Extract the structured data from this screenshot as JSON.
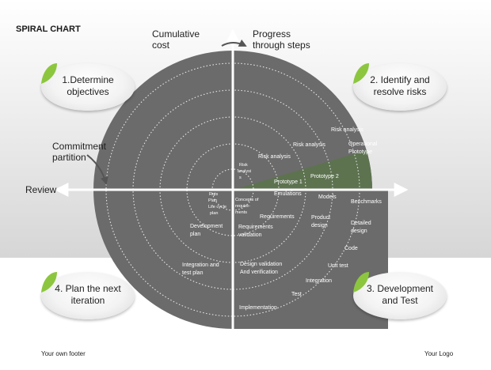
{
  "title": "SPIRAL CHART",
  "labels": {
    "cumulative_cost": [
      "Cumulative",
      "cost"
    ],
    "progress": [
      "Progress",
      "through steps"
    ],
    "commitment": [
      "Commitment",
      "partition"
    ],
    "review": "Review"
  },
  "quadrants": [
    {
      "number": "1.",
      "lines": [
        "Determine",
        "objectives"
      ]
    },
    {
      "number": "2.",
      "lines": [
        "Identify and",
        "resolve risks"
      ]
    },
    {
      "number": "3.",
      "lines": [
        "Development",
        "and Test"
      ]
    },
    {
      "number": "4.",
      "lines": [
        "Plan the next",
        "iteration"
      ]
    }
  ],
  "spiral_labels": {
    "risk_analysis_1": "Risk analysis",
    "risk_analysis_2": "Risk analysis",
    "risk_analysis_3": "Risk analysis",
    "risk_analysis_inner": [
      "Risk",
      "analysi",
      "s"
    ],
    "operational_prototype": [
      "Operational",
      "Prototype"
    ],
    "prototype_2": "Prototype 2",
    "prototype_1": "Prototype 1",
    "emulations": "Emulations",
    "models": "Models",
    "benchmarks": "Benchmarks",
    "rqts_plan": [
      "Rqts",
      "Plan",
      "Life cycle",
      "plan"
    ],
    "concepts": [
      "Concepts of",
      "require-",
      "ments"
    ],
    "requirements": "Requirements",
    "requirements_validation": [
      "Requirements",
      "validation"
    ],
    "product_design": [
      "Product",
      "design"
    ],
    "detailed_design": [
      "Detailed",
      "design"
    ],
    "code": "Code",
    "unit_test": "Unit test",
    "integration": "Integration",
    "test": "Test",
    "implementation": "Implementation",
    "development_plan": [
      "Development",
      "plan"
    ],
    "integration_test_plan": [
      "Integration and",
      "test plan"
    ],
    "design_validation": [
      "Design validation",
      "And verification"
    ]
  },
  "footer": {
    "left": "Your own footer",
    "right": "Your Logo"
  },
  "colors": {
    "disc": "#6b6b6b",
    "risk_wedge": "#5d7350",
    "leaf_green": "#8cc63f",
    "axis": "#ffffff"
  }
}
